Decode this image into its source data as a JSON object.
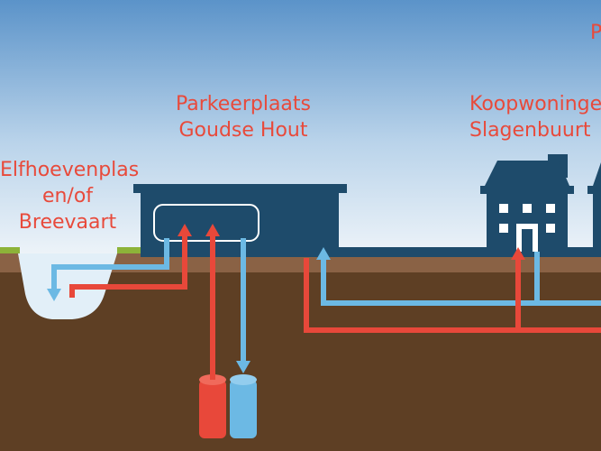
{
  "labels": {
    "lake": [
      "Elfhoevenplas",
      "en/of",
      "Breevaart"
    ],
    "parking": [
      "Parkeerplaats",
      "Goudse Hout"
    ],
    "homes": [
      "Koopwoningen",
      "Slagenbuurt"
    ],
    "edge": "P"
  },
  "colors": {
    "sky_top": "#5b93c9",
    "sky_bottom": "#eef4f9",
    "ground": "#5e3f24",
    "ground_band": "#8a6245",
    "grass": "#8db339",
    "building": "#1e4b6b",
    "water": "#e2eff8",
    "warm_pipe": "#e8483a",
    "cold_pipe": "#6cb9e4",
    "label_text": "#e84a3b"
  },
  "icons": {
    "flow_arrow": "arrow-icon",
    "storage_tank": "tank-icon"
  }
}
